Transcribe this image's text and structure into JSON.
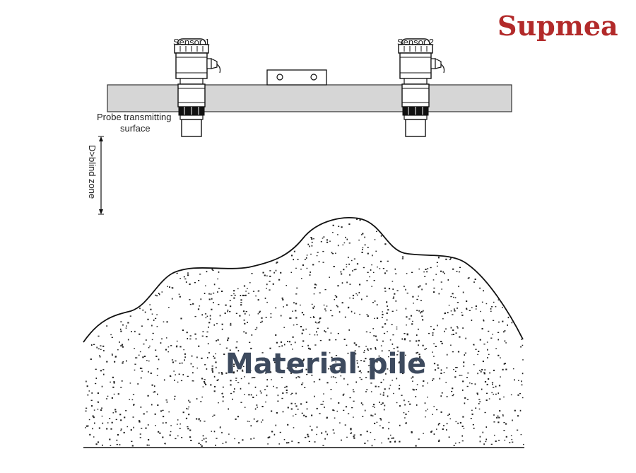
{
  "brand": {
    "name": "Supmea",
    "color": "#b22a2a"
  },
  "sensors": [
    {
      "label": "Sensor 1"
    },
    {
      "label": "Sensor 2"
    }
  ],
  "probe_label": {
    "line1": "Probe transmitting",
    "line2": "surface"
  },
  "blind_zone_label": "D>blind zone",
  "pile_label": {
    "text": "Material pile",
    "color": "#3d4a5e"
  },
  "colors": {
    "beam": "#d6d6d6",
    "line": "#111111"
  },
  "icons": [
    "ultrasonic-sensor-icon",
    "cable-gland-icon",
    "mounting-bracket-icon",
    "dimension-arrow-icon"
  ]
}
